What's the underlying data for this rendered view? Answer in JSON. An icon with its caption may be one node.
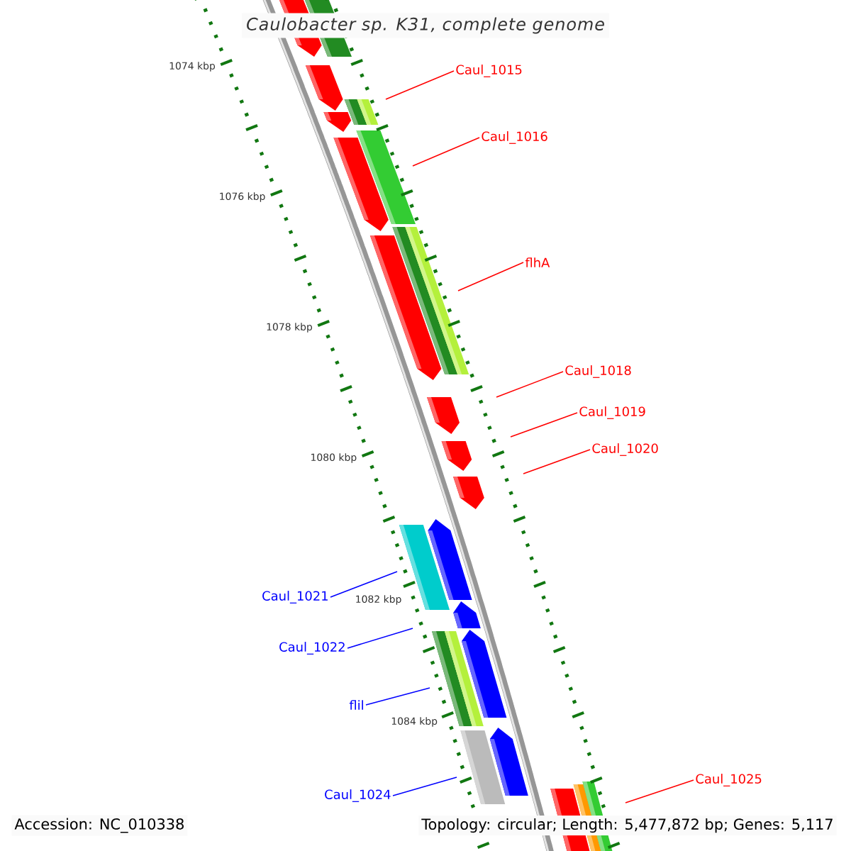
{
  "diagram": {
    "title": "Caulobacter sp. K31, complete genome",
    "nodes": [
      {
        "text": [
          "Caul_1015"
        ]
      },
      {
        "text": [
          "Caul_1016"
        ]
      },
      {
        "text": [
          "flhA"
        ]
      },
      {
        "text": [
          "Caul_1018"
        ]
      },
      {
        "text": [
          "Caul_1019"
        ]
      },
      {
        "text": [
          "Caul_1020"
        ]
      },
      {
        "text": [
          "Caul_1021"
        ]
      },
      {
        "text": [
          "Caul_1022"
        ]
      },
      {
        "text": [
          "flil"
        ]
      },
      {
        "text": [
          "Caul_1024"
        ]
      },
      {
        "text": [
          "Caul_1025"
        ]
      }
    ],
    "edges": [
      {
        "from": 0,
        "to": null,
        "arrow": "none"
      },
      {
        "from": 1,
        "to": null,
        "arrow": "none"
      },
      {
        "from": 2,
        "to": null,
        "arrow": "none"
      },
      {
        "from": 3,
        "to": null,
        "arrow": "none"
      },
      {
        "from": 4,
        "to": null,
        "arrow": "none"
      },
      {
        "from": 5,
        "to": null,
        "arrow": "none"
      },
      {
        "from": 6,
        "to": null,
        "arrow": "none",
        "color": "#0000ff"
      },
      {
        "from": 7,
        "to": null,
        "arrow": "none",
        "color": "#0000ff"
      },
      {
        "from": 8,
        "to": null,
        "arrow": "none",
        "color": "#0000ff"
      },
      {
        "from": 9,
        "to": null,
        "arrow": "none",
        "color": "#0000ff"
      },
      {
        "from": 10,
        "to": null,
        "arrow": "none"
      }
    ],
    "labels": [
      "1074 kbp",
      "1076 kbp",
      "1078 kbp",
      "1080 kbp",
      "1082 kbp",
      "1084 kbp",
      "Accession: NC_010338",
      "Topology: circular; Length: 5,477,872 bp; Genes: 5,117"
    ]
  }
}
